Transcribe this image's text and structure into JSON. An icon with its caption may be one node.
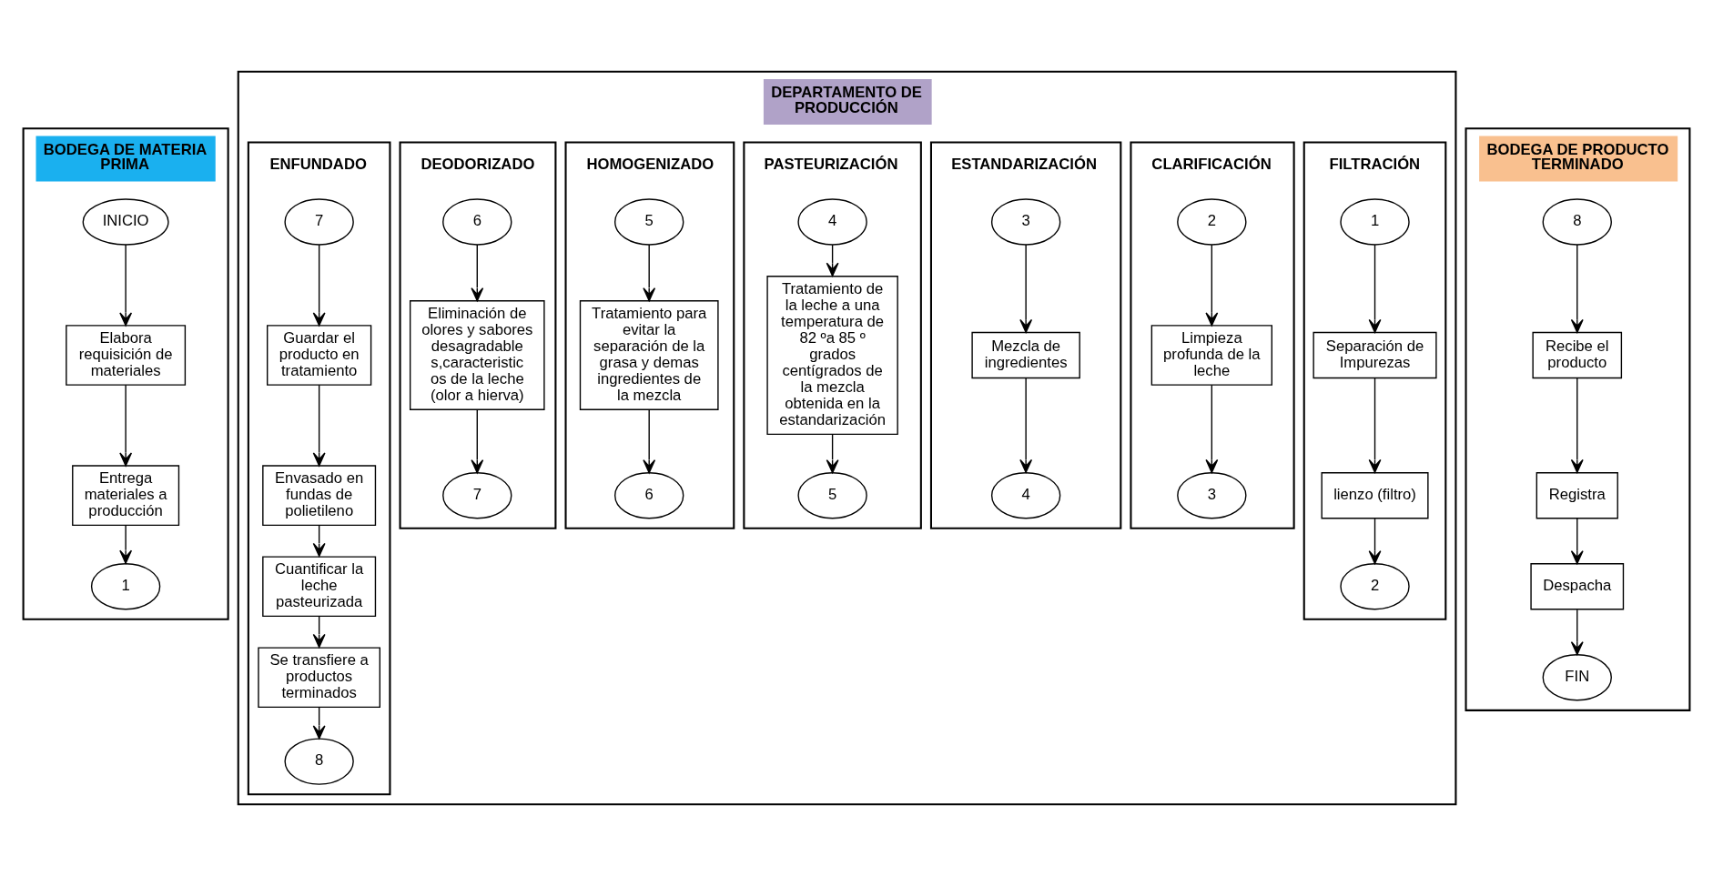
{
  "diagram": {
    "nodes": [
      {
        "text": [
          "BODEGA DE MATERIA PRIMA"
        ]
      },
      {
        "text": [
          "INICIO"
        ],
        "in": 0
      },
      {
        "text": [
          "Elabora requisición de materiales"
        ],
        "in": 0
      },
      {
        "text": [
          "Entrega materiales a producción"
        ],
        "in": 0
      },
      {
        "text": [
          "1"
        ],
        "in": 0
      },
      {
        "text": [
          "DEPARTAMENTO DE PRODUCCIÓN"
        ]
      },
      {
        "text": [
          "FILTRACIÓN"
        ],
        "in": 5
      },
      {
        "text": [
          "1"
        ],
        "in": 6
      },
      {
        "text": [
          "Separación de Impurezas"
        ],
        "in": 6
      },
      {
        "text": [
          "lienzo (filtro)"
        ],
        "in": 6
      },
      {
        "text": [
          "2"
        ],
        "in": 6
      },
      {
        "text": [
          "CLARIFICACIÓN"
        ],
        "in": 5
      },
      {
        "text": [
          "2"
        ],
        "in": 11
      },
      {
        "text": [
          "Limpieza profunda de la leche"
        ],
        "in": 11
      },
      {
        "text": [
          "3"
        ],
        "in": 11
      },
      {
        "text": [
          "ESTANDARIZACIÓN"
        ],
        "in": 5
      },
      {
        "text": [
          "3"
        ],
        "in": 15
      },
      {
        "text": [
          "Mezcla de ingredientes"
        ],
        "in": 15
      },
      {
        "text": [
          "4"
        ],
        "in": 15
      },
      {
        "text": [
          "PASTEURIZACIÓN"
        ],
        "in": 5
      },
      {
        "text": [
          "4"
        ],
        "in": 19
      },
      {
        "text": [
          "Tratamiento de la leche a una temperatura de 82 ºa 85 º grados centígrados de la mezcla obtenida en la estandarización"
        ],
        "in": 19
      },
      {
        "text": [
          "5"
        ],
        "in": 19
      },
      {
        "text": [
          "HOMOGENIZADO"
        ],
        "in": 5
      },
      {
        "text": [
          "5"
        ],
        "in": 23
      },
      {
        "text": [
          "Tratamiento para evitar la separación de la grasa y demas ingredientes de la mezcla"
        ],
        "in": 23
      },
      {
        "text": [
          "6"
        ],
        "in": 23
      },
      {
        "text": [
          "DEODORIZADO"
        ],
        "in": 5
      },
      {
        "text": [
          "6"
        ],
        "in": 27
      },
      {
        "text": [
          "Eliminación de olores y sabores desagradable s,caracteristic os de la leche (olor a hierva)"
        ],
        "in": 27
      },
      {
        "text": [
          "7"
        ],
        "in": 27
      },
      {
        "text": [
          "ENFUNDADO"
        ],
        "in": 5
      },
      {
        "text": [
          "7"
        ],
        "in": 31
      },
      {
        "text": [
          "Guardar el producto en tratamiento"
        ],
        "in": 31
      },
      {
        "text": [
          "Envasado en fundas de polietileno"
        ],
        "in": 31
      },
      {
        "text": [
          "Cuantificar la leche pasteurizada"
        ],
        "in": 31
      },
      {
        "text": [
          "Se transfiere a productos terminados"
        ],
        "in": 31
      },
      {
        "text": [
          "8"
        ],
        "in": 31
      },
      {
        "text": [
          "BODEGA DE PRODUCTO TERMINADO"
        ]
      },
      {
        "text": [
          "8"
        ],
        "in": 38
      },
      {
        "text": [
          "Recibe el producto"
        ],
        "in": 38
      },
      {
        "text": [
          "Registra"
        ],
        "in": 38
      },
      {
        "text": [
          "Despacha"
        ],
        "in": 38
      },
      {
        "text": [
          "FIN"
        ],
        "in": 38
      }
    ],
    "edges": [
      {
        "from": 1,
        "to": 2,
        "arrow": "to"
      },
      {
        "from": 2,
        "to": 3,
        "arrow": "to"
      },
      {
        "from": 3,
        "to": 4,
        "arrow": "to"
      },
      {
        "from": 7,
        "to": 8,
        "arrow": "to"
      },
      {
        "from": 8,
        "to": 9,
        "arrow": "to"
      },
      {
        "from": 9,
        "to": 10,
        "arrow": "to"
      },
      {
        "from": 12,
        "to": 13,
        "arrow": "to"
      },
      {
        "from": 13,
        "to": 14,
        "arrow": "to"
      },
      {
        "from": 16,
        "to": 17,
        "arrow": "to"
      },
      {
        "from": 17,
        "to": 18,
        "arrow": "to"
      },
      {
        "from": 20,
        "to": 21,
        "arrow": "to"
      },
      {
        "from": 21,
        "to": 22,
        "arrow": "to"
      },
      {
        "from": 24,
        "to": 25,
        "arrow": "to"
      },
      {
        "from": 25,
        "to": 26,
        "arrow": "to"
      },
      {
        "from": 28,
        "to": 29,
        "arrow": "to"
      },
      {
        "from": 29,
        "to": 30,
        "arrow": "to"
      },
      {
        "from": 32,
        "to": 33,
        "arrow": "to"
      },
      {
        "from": 33,
        "to": 34,
        "arrow": "to"
      },
      {
        "from": 34,
        "to": 35,
        "arrow": "to"
      },
      {
        "from": 35,
        "to": 36,
        "arrow": "to"
      },
      {
        "from": 36,
        "to": 37,
        "arrow": "to"
      },
      {
        "from": 39,
        "to": 40,
        "arrow": "to"
      },
      {
        "from": 40,
        "to": 41,
        "arrow": "to"
      },
      {
        "from": 41,
        "to": 42,
        "arrow": "to"
      },
      {
        "from": 42,
        "to": 43,
        "arrow": "to"
      }
    ]
  }
}
